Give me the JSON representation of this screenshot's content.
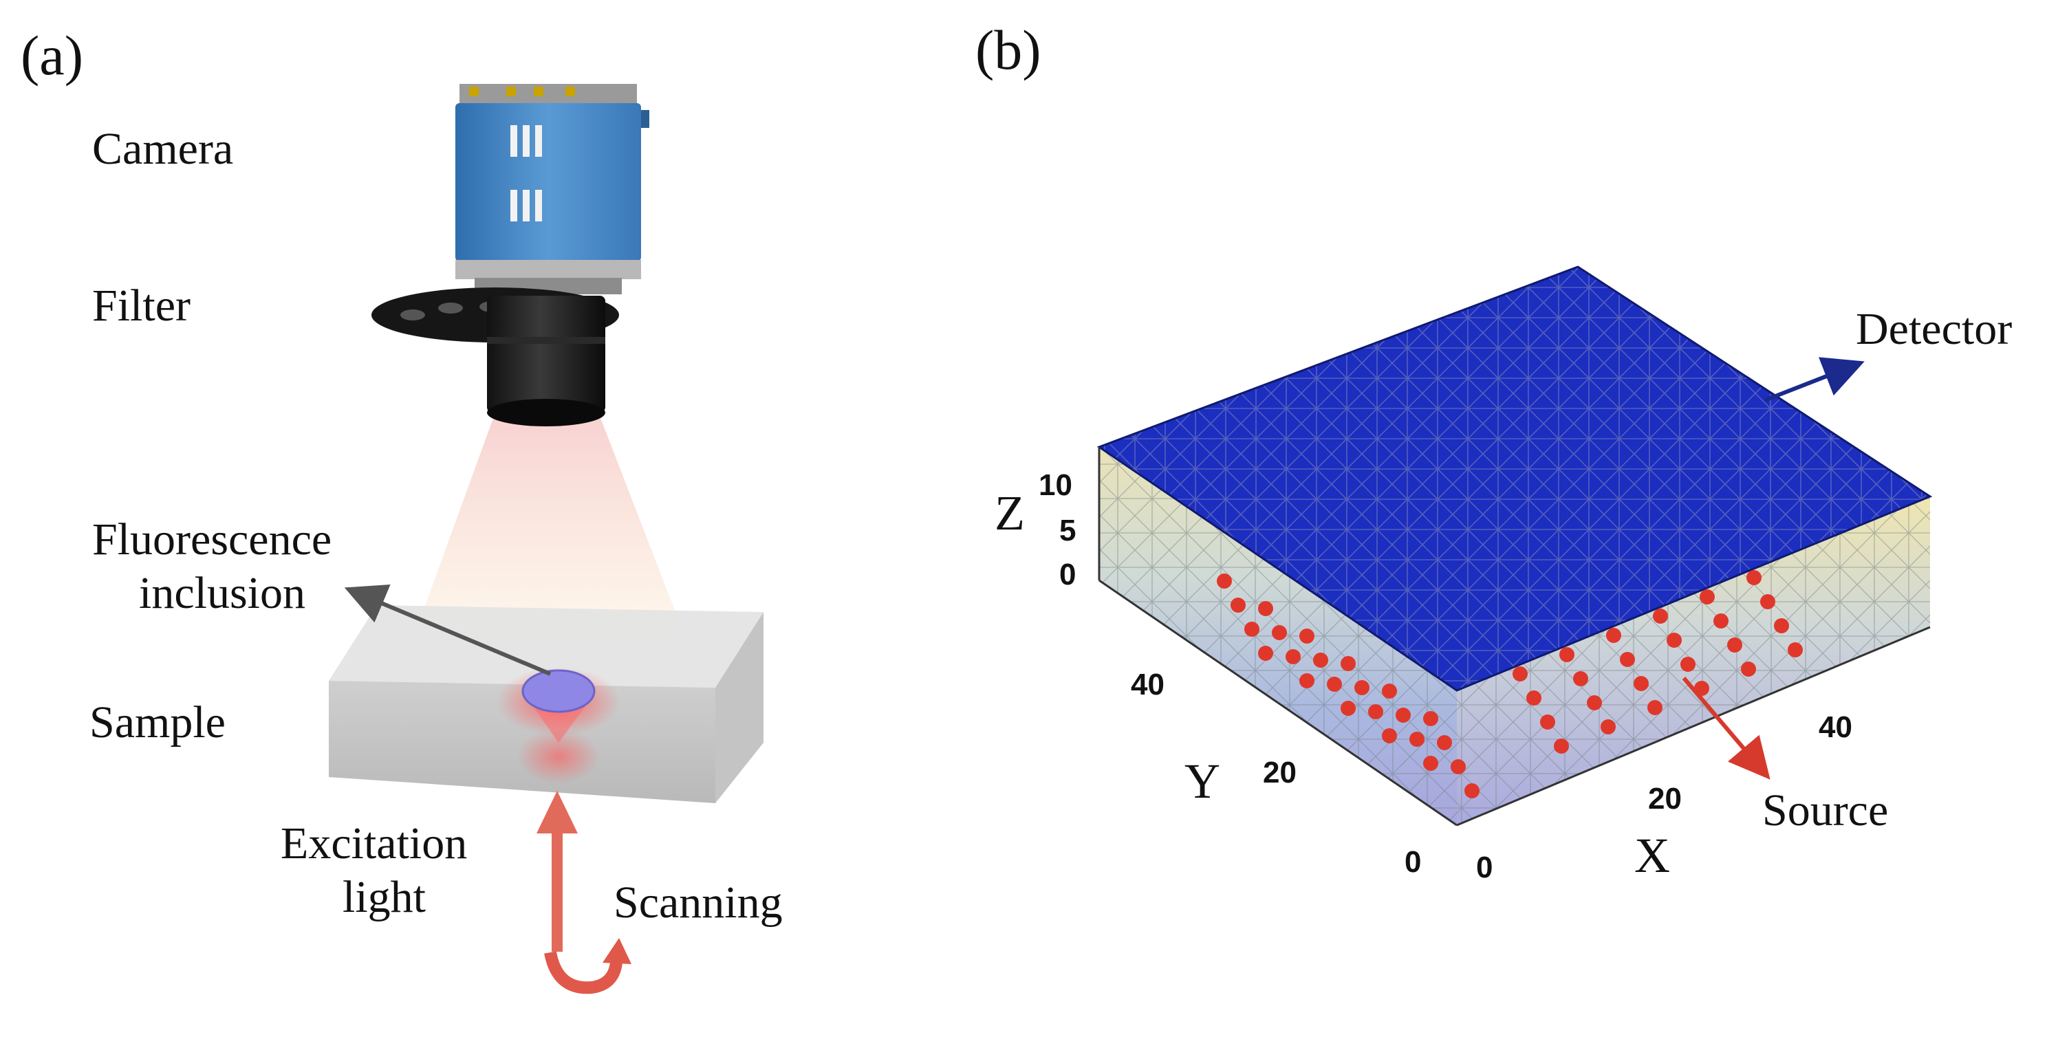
{
  "panel_a": {
    "label": "(a)",
    "camera": "Camera",
    "filter": "Filter",
    "fluorescence_line1": "Fluorescence",
    "fluorescence_line2": "inclusion",
    "sample": "Sample",
    "excitation_line1": "Excitation",
    "excitation_line2": "light",
    "scanning": "Scanning"
  },
  "panel_b": {
    "label": "(b)",
    "detector": "Detector",
    "source": "Source",
    "z_axis": {
      "label": "Z",
      "ticks": [
        "10",
        "5",
        "0"
      ]
    },
    "y_axis": {
      "label": "Y",
      "ticks": [
        "40",
        "20",
        "0"
      ]
    },
    "x_axis": {
      "label": "X",
      "ticks": [
        "0",
        "20",
        "40"
      ]
    }
  },
  "colors": {
    "camera_body": "#4a88c7",
    "detector_surface": "#1a2bb8",
    "detector_arrow": "#1b2a8c",
    "source_dots": "#e0372b",
    "source_arrow": "#d63a2c",
    "excitation_arrow": "#e26a5a"
  }
}
